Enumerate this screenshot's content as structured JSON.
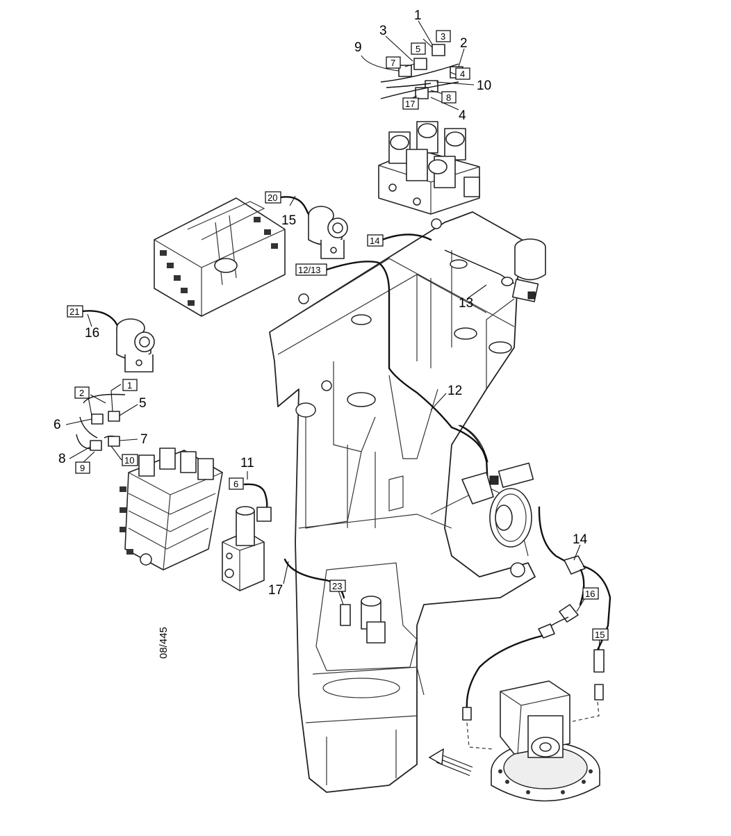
{
  "figure_code": "08/445",
  "callouts": [
    "1",
    "2",
    "3",
    "4",
    "5",
    "6",
    "7",
    "8",
    "9",
    "10",
    "11",
    "12",
    "13",
    "14",
    "15",
    "16",
    "17"
  ],
  "callouts_dup": [
    "3",
    "4",
    "14"
  ],
  "boxed": {
    "b3": "3",
    "b5": "5",
    "b7": "7",
    "b4": "4",
    "b8": "8",
    "b17": "17",
    "b20": "20",
    "b14": "14",
    "b1213": "12/13",
    "b21": "21",
    "b2": "2",
    "b1": "1",
    "b9": "9",
    "b10": "10",
    "b6": "6",
    "b23": "23",
    "b16": "16",
    "b15": "15"
  }
}
